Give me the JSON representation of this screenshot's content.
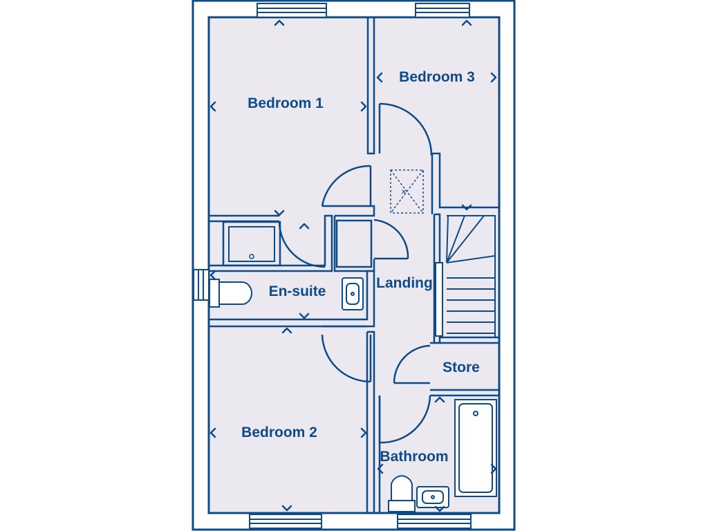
{
  "colors": {
    "line": "#0e4a87",
    "floor": "#ebe9ef",
    "background": "#ffffff"
  },
  "rooms": {
    "bedroom1": "Bedroom 1",
    "bedroom2": "Bedroom 2",
    "bedroom3": "Bedroom 3",
    "ensuite": "En-suite",
    "landing": "Landing",
    "store": "Store",
    "bathroom": "Bathroom"
  },
  "icons": [
    "loft-hatch-icon",
    "shower-tray-icon",
    "toilet-icon",
    "basin-icon",
    "bath-icon",
    "window-icon",
    "staircase-icon",
    "door-swing-icon",
    "dimension-marker-icon"
  ]
}
